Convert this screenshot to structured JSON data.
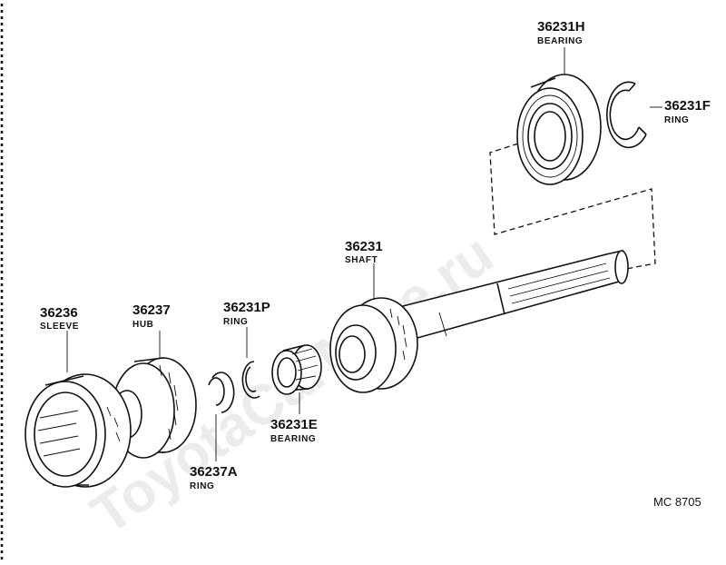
{
  "watermark": "ToyotaCarMine.ru",
  "figure_code": "MC 8705",
  "parts": [
    {
      "number": "36231H",
      "name": "BEARING"
    },
    {
      "number": "36231F",
      "name": "RING"
    },
    {
      "number": "36231",
      "name": "SHAFT"
    },
    {
      "number": "36236",
      "name": "SLEEVE"
    },
    {
      "number": "36237",
      "name": "HUB"
    },
    {
      "number": "36231P",
      "name": "RING"
    },
    {
      "number": "36231E",
      "name": "BEARING"
    },
    {
      "number": "36237A",
      "name": "RING"
    }
  ]
}
